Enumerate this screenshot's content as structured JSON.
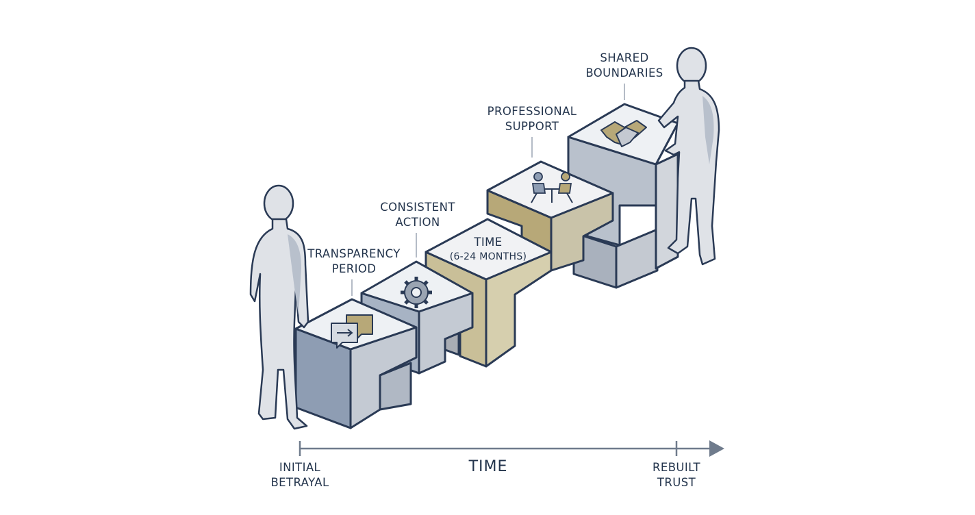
{
  "steps": [
    {
      "label": [
        "TRANSPARENCY",
        "PERIOD"
      ],
      "icon": "chat-bubbles-icon"
    },
    {
      "label": [
        "CONSISTENT",
        "ACTION"
      ],
      "icon": "gear-icon"
    },
    {
      "label": [
        "TIME",
        "(6-24 MONTHS)"
      ],
      "icon": ""
    },
    {
      "label": [
        "PROFESSIONAL",
        "SUPPORT"
      ],
      "icon": "counseling-session-icon"
    },
    {
      "label": [
        "SHARED",
        "BOUNDARIES"
      ],
      "icon": "handshake-icon"
    }
  ],
  "timeline": {
    "title": "TIME",
    "start": [
      "INITIAL",
      "BETRAYAL"
    ],
    "end": [
      "REBUILT",
      "TRUST"
    ]
  },
  "colors": {
    "outline": "#2a3a55",
    "blue_front": "#8e9db3",
    "blue_top": "#eef1f4",
    "gold": "#b7a878",
    "gold_light": "#c9bf98",
    "gray": "#c4c9d1",
    "text": "#23344c"
  }
}
